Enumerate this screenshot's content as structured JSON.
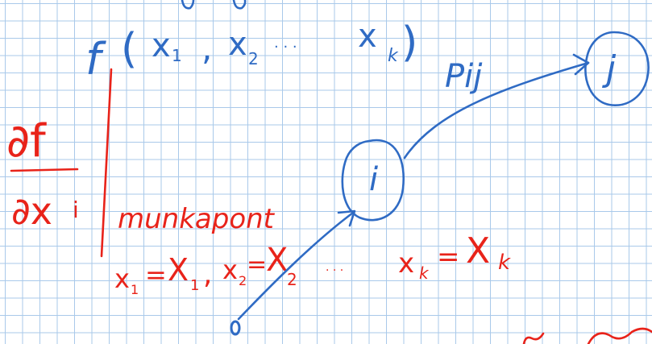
{
  "colors": {
    "blue_ink": "#2f6bc4",
    "red_ink": "#e8231a",
    "grid": "#a9c9ea"
  },
  "function": {
    "f": "f",
    "paren_open": "(",
    "x1": "x",
    "x1_sub": "1",
    "comma1": ",",
    "x2": "x",
    "x2_sub": "2",
    "dots": "· · ·",
    "xk": "x",
    "xk_sub": "k",
    "paren_close": ")"
  },
  "partial": {
    "numerator": "∂f",
    "denominator_base": "∂x",
    "denominator_sub": "i"
  },
  "evaluation": {
    "label": "munkapont",
    "X1_lhs": "x",
    "X1_lhs_sub": "1",
    "eq1": "=",
    "X1_rhs": "X",
    "X1_rhs_sub": "1",
    "comma": ",",
    "X2_lhs": "x",
    "X2_lhs_sub": "2",
    "eq2": "=",
    "X2_rhs": "X",
    "X2_rhs_sub": "2",
    "dots": "· · ·",
    "Xk_lhs": "x",
    "Xk_lhs_sub": "k",
    "eqk": "=",
    "Xk_rhs": "X",
    "Xk_rhs_sub": "k"
  },
  "graph": {
    "node_i": "i",
    "node_j": "j",
    "edge_label": "Pij"
  }
}
